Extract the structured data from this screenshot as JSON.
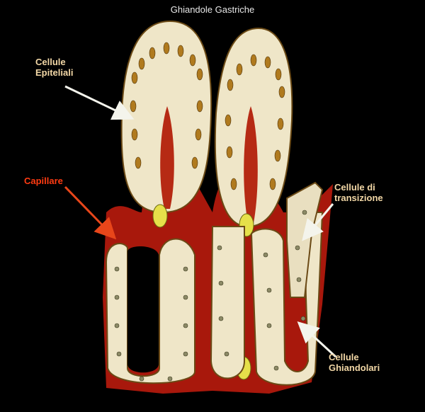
{
  "title": "Ghiandole Gastriche",
  "labels": {
    "epiteliali": {
      "line1": "Cellule",
      "line2": "Epiteliali",
      "color": "#f2d7a6"
    },
    "capillare": {
      "text": "Capillare",
      "color": "#ff3b12"
    },
    "transizione": {
      "line1": "Cellule di",
      "line2": "transizione",
      "color": "#f2d7a6"
    },
    "ghiandolari": {
      "line1": "Cellule",
      "line2": "Ghiandolari",
      "color": "#f2d7a6"
    }
  },
  "colors": {
    "background": "#000000",
    "tissue": "#a8180c",
    "cell_fill": "#efe6c8",
    "cell_outline": "#6b4a16",
    "nucleus": "#b07a1e",
    "arrow_white": "#f4f4ec",
    "arrow_red": "#e8461a"
  }
}
